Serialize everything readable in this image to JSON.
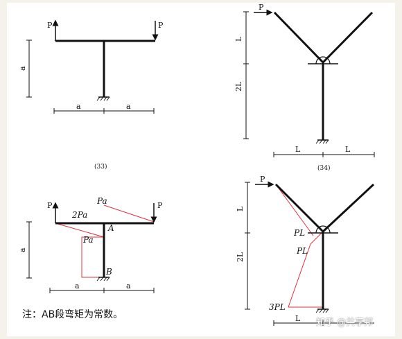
{
  "figures": {
    "fig33": {
      "caption": "(33)",
      "load_left": "P",
      "load_right": "P",
      "dim_height": "a",
      "dim_base_left": "a",
      "dim_base_right": "a"
    },
    "fig34": {
      "caption": "(34)",
      "load": "P",
      "dim_upper": "L",
      "dim_lower": "2L",
      "dim_base_left": "L",
      "dim_base_right": "L"
    },
    "fig33_solution": {
      "load_left": "P",
      "load_right": "P",
      "moment_left": "2Pa",
      "moment_right_top": "Pa",
      "moment_column": "Pa",
      "point_a": "A",
      "point_b": "B",
      "dim_height": "a",
      "dim_base_left": "a",
      "dim_base_right": "a",
      "note": "注：AB段弯矩为常数。"
    },
    "fig34_solution": {
      "load": "P",
      "dim_upper": "L",
      "dim_lower": "2L",
      "dim_base_left": "L",
      "moment_joint": "PL",
      "moment_column": "PL",
      "moment_base": "3PL"
    }
  },
  "watermark": "知乎 @共享邦",
  "colors": {
    "structure": "#111111",
    "moment": "#e0303a"
  }
}
